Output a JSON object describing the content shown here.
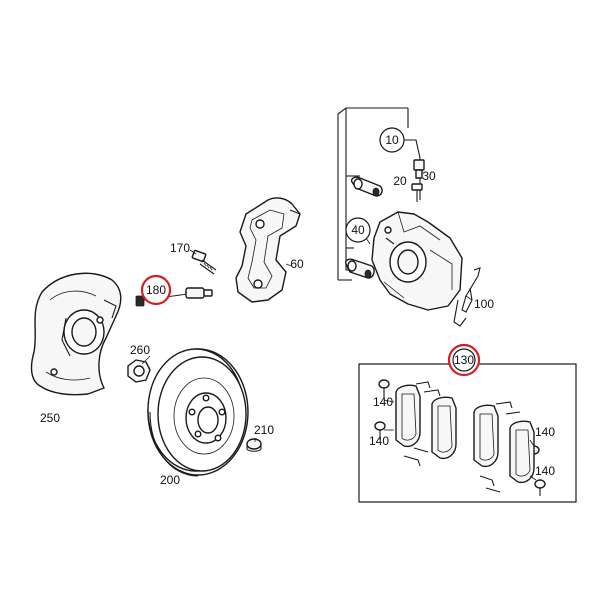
{
  "highlight_color": "#d42020",
  "callouts": {
    "p10": "10",
    "p20": "20",
    "p30": "30",
    "p40": "40",
    "p60": "60",
    "p100": "100",
    "p130": "130",
    "p140a": "140",
    "p140b": "140",
    "p140c": "140",
    "p140d": "140",
    "p170": "170",
    "p180": "180",
    "p200": "200",
    "p210": "210",
    "p250": "250",
    "p260": "260"
  },
  "highlighted_parts": [
    "180",
    "130"
  ]
}
